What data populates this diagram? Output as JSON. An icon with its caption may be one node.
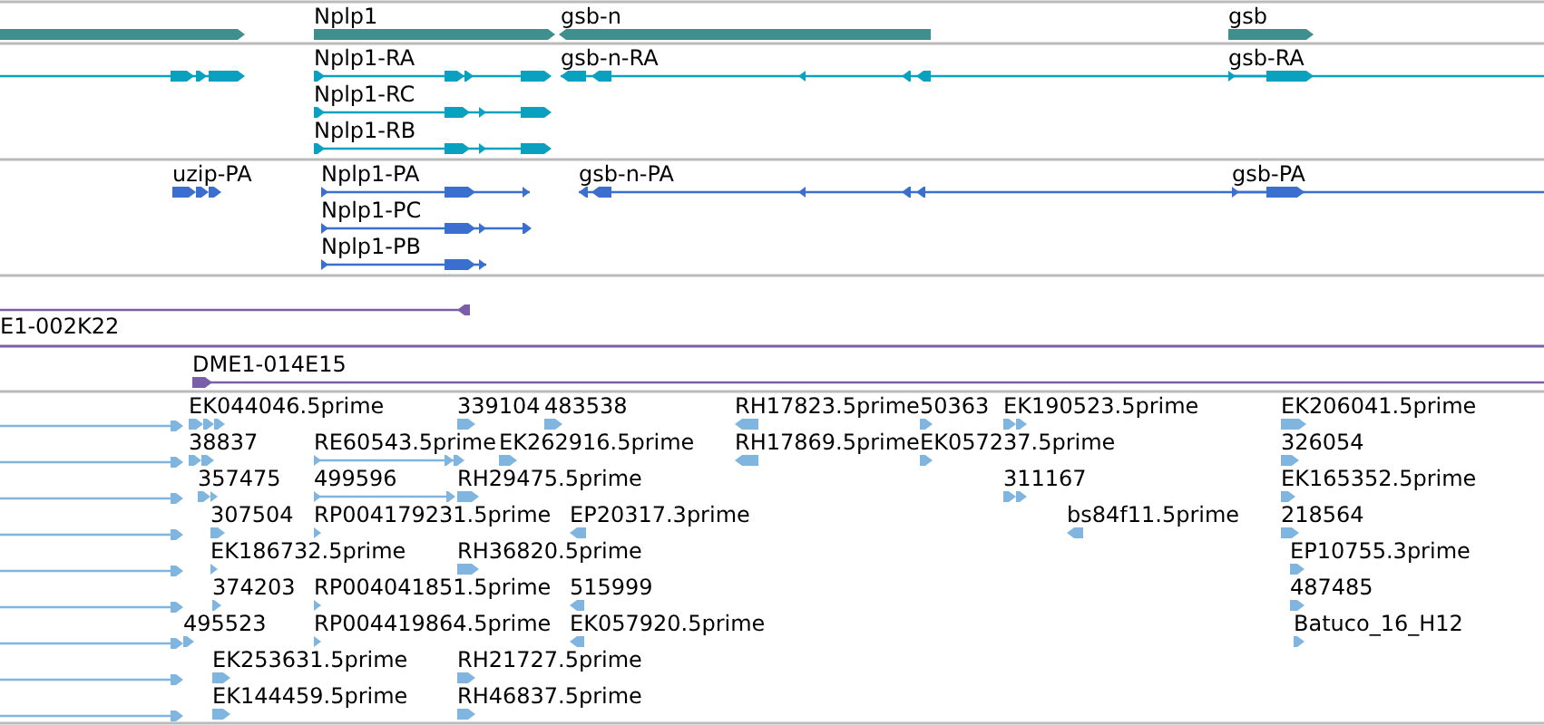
{
  "diagram": {
    "labels": [
      "Nplp1",
      "gsb-n",
      "gsb",
      "Nplp1-RA",
      "gsb-n-RA",
      "gsb-RA",
      "Nplp1-RC",
      "Nplp1-RB",
      "uzip-PA",
      "Nplp1-PA",
      "gsb-n-PA",
      "gsb-PA",
      "Nplp1-PC",
      "Nplp1-PB",
      "E1-002K22",
      "DME1-014E15",
      "EK044046.5prime",
      "339104",
      "483538",
      "RH17823.5prime",
      "50363",
      "EK190523.5prime",
      "EK206041.5prime",
      "38837",
      "RE60543.5prime",
      "EK262916.5prime",
      "RH17869.5prime",
      "EK057237.5prime",
      "326054",
      "357475",
      "499596",
      "RH29475.5prime",
      "311167",
      "EK165352.5prime",
      "307504",
      "RP004179231.5prime",
      "EP20317.3prime",
      "bs84f11.5prime",
      "218564",
      "EK186732.5prime",
      "RH36820.5prime",
      "EP10755.3prime",
      "374203",
      "RP004041851.5prime",
      "515999",
      "487485",
      "495523",
      "RP004419864.5prime",
      "EK057920.5prime",
      "Batuco_16_H12",
      "EK253631.5prime",
      "RH21727.5prime",
      "EK144459.5prime",
      "RH46837.5prime"
    ]
  }
}
